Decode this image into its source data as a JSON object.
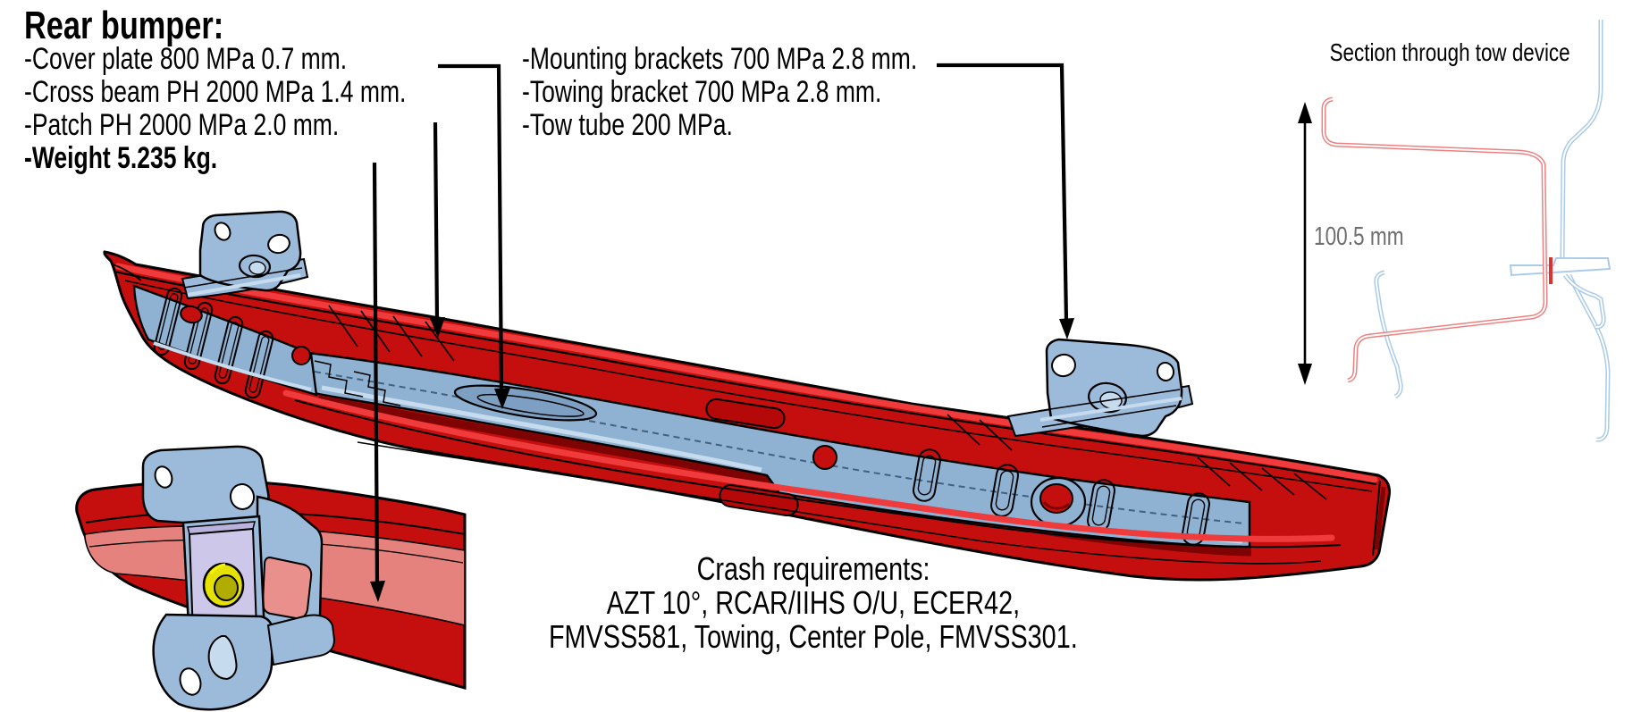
{
  "title": "Rear bumper:",
  "parts_list": [
    "-Cover plate 800 MPa 0.7 mm.",
    "-Cross beam PH 2000 MPa 1.4 mm.",
    "-Patch PH 2000 MPa 2.0 mm."
  ],
  "weight_line": "-Weight 5.235 kg.",
  "parts_list_right": [
    "-Mounting brackets 700 MPa 2.8 mm.",
    "-Towing bracket 700 MPa 2.8 mm.",
    "-Tow tube 200 MPa."
  ],
  "section_view": {
    "title": "Section through tow device",
    "dimension_label": "100.5 mm"
  },
  "crash_requirements": {
    "heading": "Crash requirements:",
    "line1": "AZT 10°, RCAR/IIHS O/U, ECER42,",
    "line2": "FMVSS581, Towing, Center Pole, FMVSS301."
  },
  "colors": {
    "beam_red": "#c50e0e",
    "beam_red_dark": "#7e0404",
    "beam_red_deep": "#b50808",
    "beam_red_highlight": "#ef3b3b",
    "panel_blue": "#8fb2d3",
    "panel_blue_light": "#c6dcee",
    "panel_blue_dark": "#43617f",
    "bracket_blue": "#9cbbdb",
    "tow_tube_yellow": "#e5e104",
    "tow_tube_yellow_dark": "#b1ad00",
    "isolator_lavender": "#cdc7ea",
    "transparent_pink": "#e5827e",
    "pink_window": "#e9908c",
    "section_red": "#ef8080",
    "section_blue": "#aacbe8",
    "dimension_gray": "#6e6e6e",
    "line_black": "#000000"
  }
}
